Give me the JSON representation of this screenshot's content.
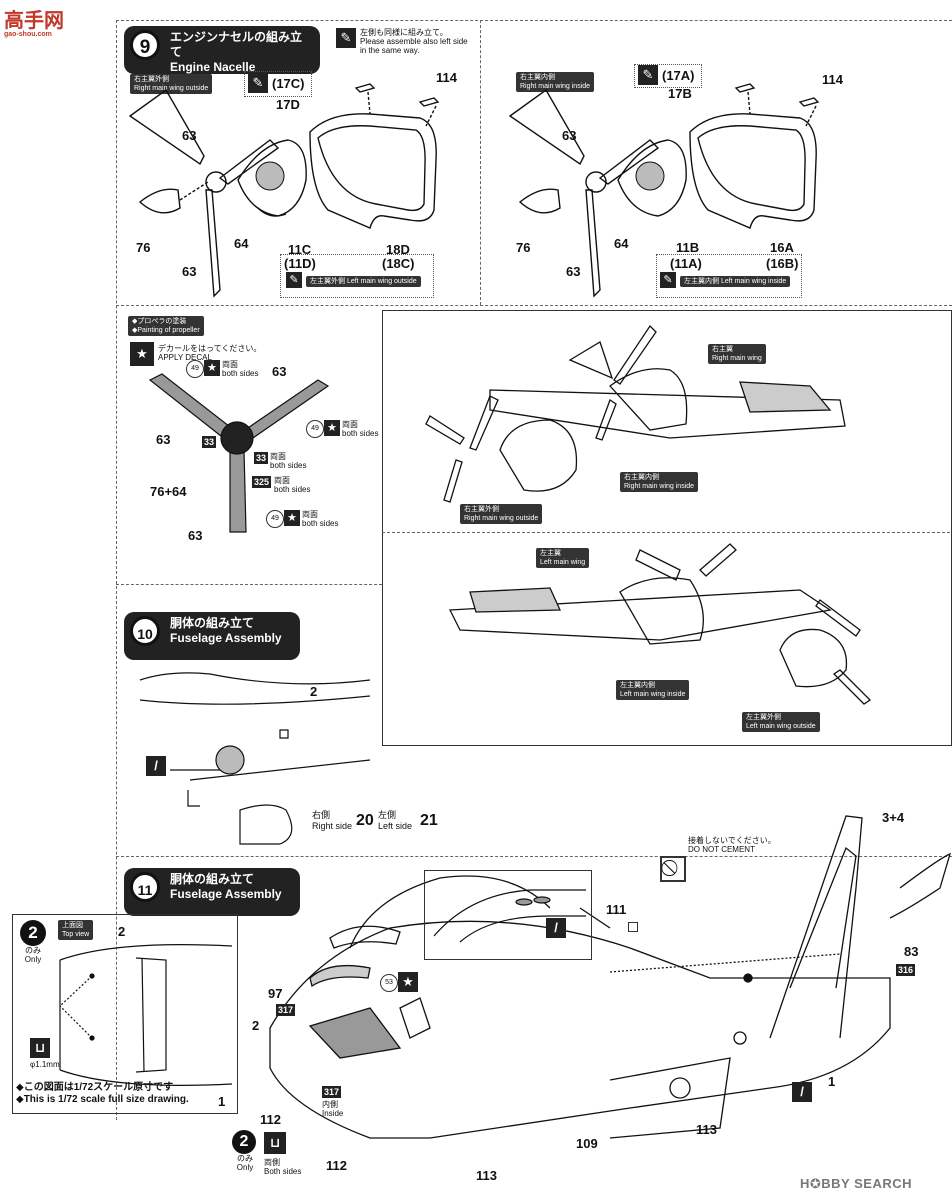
{
  "watermark_top": {
    "logo": "高手网",
    "url": "gao-shou.com"
  },
  "watermark_bottom": "H✪BBY SEARCH",
  "step9": {
    "number": "9",
    "title_jp": "エンジンナセルの組み立て",
    "title_en": "Engine Nacelle Assembly",
    "note_jp": "左側も同様に組み立て。",
    "note_en1": "Please assemble also left side",
    "note_en2": "in the same way.",
    "right_outside": {
      "jp": "右主翼外側",
      "en": "Right main wing outside"
    },
    "right_inside": {
      "jp": "右主翼内側",
      "en": "Right main wing inside"
    },
    "left_outside": {
      "jp": "左主翼外側",
      "en": "Left main wing outside"
    },
    "left_inside": {
      "jp": "左主翼内側",
      "en": "Left main wing inside"
    },
    "parts_left": {
      "p17c": "(17C)",
      "p17d": "17D",
      "p114": "114",
      "p63a": "63",
      "p63b": "63",
      "p76": "76",
      "p64": "64",
      "p11c": "11C",
      "p11d": "(11D)",
      "p18d": "18D",
      "p18c": "(18C)"
    },
    "parts_right": {
      "p17a": "(17A)",
      "p17b": "17B",
      "p114": "114",
      "p63a": "63",
      "p63b": "63",
      "p76": "76",
      "p64": "64",
      "p11b": "11B",
      "p11a": "(11A)",
      "p16a": "16A",
      "p16b": "(16B)"
    }
  },
  "propeller": {
    "title_jp": "◆プロペラの塗装",
    "title_en": "◆Painting of propeller",
    "decal_jp": "デカールをはってください。",
    "decal_en": "APPLY DECAL",
    "decal49": "49",
    "both_jp": "両面",
    "both_en": "both sides",
    "paint33": "33",
    "paint325": "325",
    "p63_top": "63",
    "p63_left": "63",
    "p63_bottom": "63",
    "p76_64": "76+64"
  },
  "wing_views": {
    "right_main": {
      "jp": "右主翼",
      "en": "Right main wing"
    },
    "right_inside": {
      "jp": "右主翼内側",
      "en": "Right main wing inside"
    },
    "right_outside": {
      "jp": "右主翼外側",
      "en": "Right main wing outside"
    },
    "left_main": {
      "jp": "左主翼",
      "en": "Left main wing"
    },
    "left_inside": {
      "jp": "左主翼内側",
      "en": "Left main wing inside"
    },
    "left_outside": {
      "jp": "左主翼外側",
      "en": "Left main wing outside"
    }
  },
  "step10": {
    "number": "10",
    "title_jp": "胴体の組み立て",
    "title_en": "Fuselage Assembly",
    "p2": "2",
    "right_jp": "右側",
    "right_en": "Right side",
    "p20": "20",
    "left_jp": "左側",
    "left_en": "Left side",
    "p21": "21"
  },
  "step11": {
    "number": "11",
    "title_jp": "胴体の組み立て",
    "title_en": "Fuselage Assembly",
    "no_cement_jp": "接着しないでください。",
    "no_cement_en": "DO NOT CEMENT",
    "p3_4": "3+4",
    "p111": "111",
    "p83": "83",
    "paint316": "316",
    "p97": "97",
    "paint317a": "317",
    "paint317b": "317",
    "decal53": "53",
    "inside_jp": "内側",
    "inside_en": "Inside",
    "p2": "2",
    "p1": "1",
    "p112a": "112",
    "p112b": "112",
    "p109": "109",
    "p113a": "113",
    "p113b": "113",
    "only_num": "2",
    "only_jp": "のみ",
    "only_en": "Only",
    "both_jp": "両側",
    "both_en": "Both sides"
  },
  "inset": {
    "num": "2",
    "only_jp": "のみ",
    "only_en": "Only",
    "topview_jp": "上面図",
    "topview_en": "Top view",
    "p2": "2",
    "p1": "1",
    "drill": "φ1.1mm",
    "note_jp": "◆この図面は1/72スケール原寸です",
    "note_en": "◆This is 1/72 scale full size drawing."
  }
}
